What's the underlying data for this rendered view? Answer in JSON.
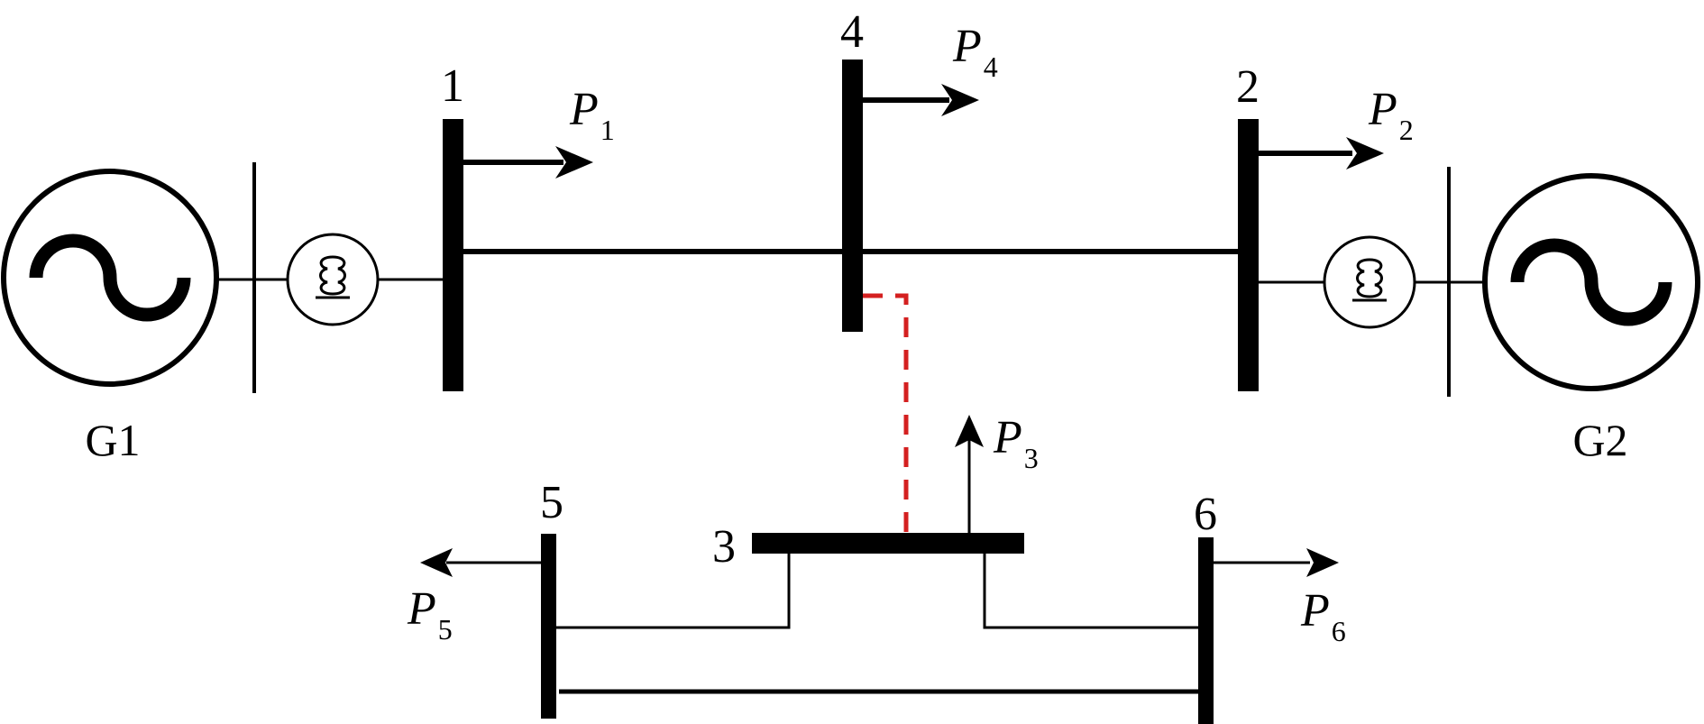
{
  "buses": {
    "b1": "1",
    "b2": "2",
    "b3": "3",
    "b4": "4",
    "b5": "5",
    "b6": "6"
  },
  "generators": {
    "g1": "G1",
    "g2": "G2"
  },
  "loads": {
    "p1": {
      "symbol": "P",
      "sub": "1"
    },
    "p2": {
      "symbol": "P",
      "sub": "2"
    },
    "p3": {
      "symbol": "P",
      "sub": "3"
    },
    "p4": {
      "symbol": "P",
      "sub": "4"
    },
    "p5": {
      "symbol": "P",
      "sub": "5"
    },
    "p6": {
      "symbol": "P",
      "sub": "6"
    }
  },
  "colors": {
    "line": "#000000",
    "dashed_tie": "#d42020"
  }
}
